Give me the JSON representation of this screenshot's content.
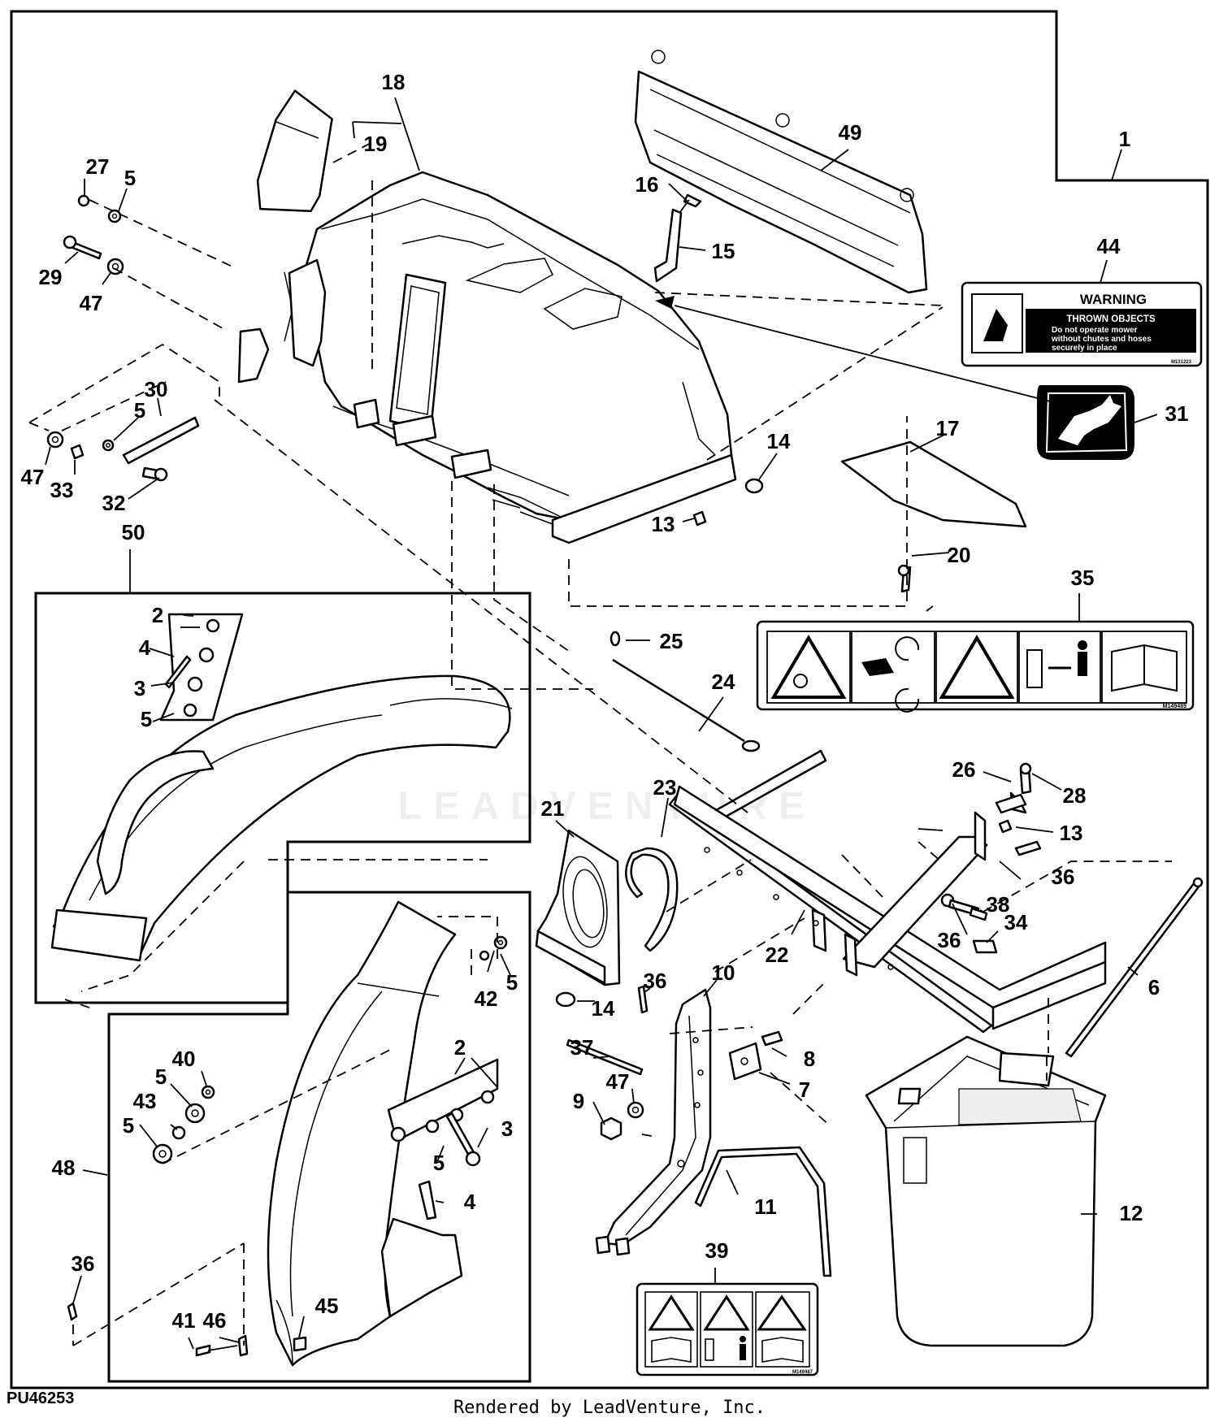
{
  "diagram_id": "PU46253",
  "render_credit": "Rendered by LeadVenture, Inc.",
  "watermark": "LEADVENTURE",
  "callouts": {
    "c1": "1",
    "c18": "18",
    "c19": "19",
    "c27": "27",
    "c5a": "5",
    "c29": "29",
    "c47a": "47",
    "c49": "49",
    "c16": "16",
    "c15": "15",
    "c44": "44",
    "c31": "31",
    "c30": "30",
    "c5b": "5",
    "c47b": "47",
    "c33": "33",
    "c32": "32",
    "c14a": "14",
    "c17": "17",
    "c13a": "13",
    "c20": "20",
    "c50": "50",
    "c35": "35",
    "c25": "25",
    "c24": "24",
    "c2a": "2",
    "c4a": "4",
    "c3a": "3",
    "c5c": "5",
    "c26": "26",
    "c28": "28",
    "c13b": "13",
    "c36a": "36",
    "c23": "23",
    "c21": "21",
    "c38": "38",
    "c34": "34",
    "c36b": "36",
    "c22": "22",
    "c6": "6",
    "c42": "42",
    "c5d": "5",
    "c14b": "14",
    "c36c": "36",
    "c10": "10",
    "c8": "8",
    "c7": "7",
    "c37": "37",
    "c9": "9",
    "c47c": "47",
    "c40": "40",
    "c5e": "5",
    "c43": "43",
    "c5f": "5",
    "c2b": "2",
    "c3b": "3",
    "c5g": "5",
    "c48": "48",
    "c4b": "4",
    "c11": "11",
    "c12": "12",
    "c39": "39",
    "c36d": "36",
    "c41": "41",
    "c46": "46",
    "c45": "45"
  },
  "warning_decal": {
    "header": "WARNING",
    "title": "THROWN OBJECTS",
    "line1": "Do not operate mower",
    "line2": "without chutes and hoses",
    "line3": "securely in place",
    "code": "M131223"
  },
  "safety_decal_35": {
    "code": "M149489"
  },
  "safety_decal_39": {
    "code": "M149487"
  }
}
